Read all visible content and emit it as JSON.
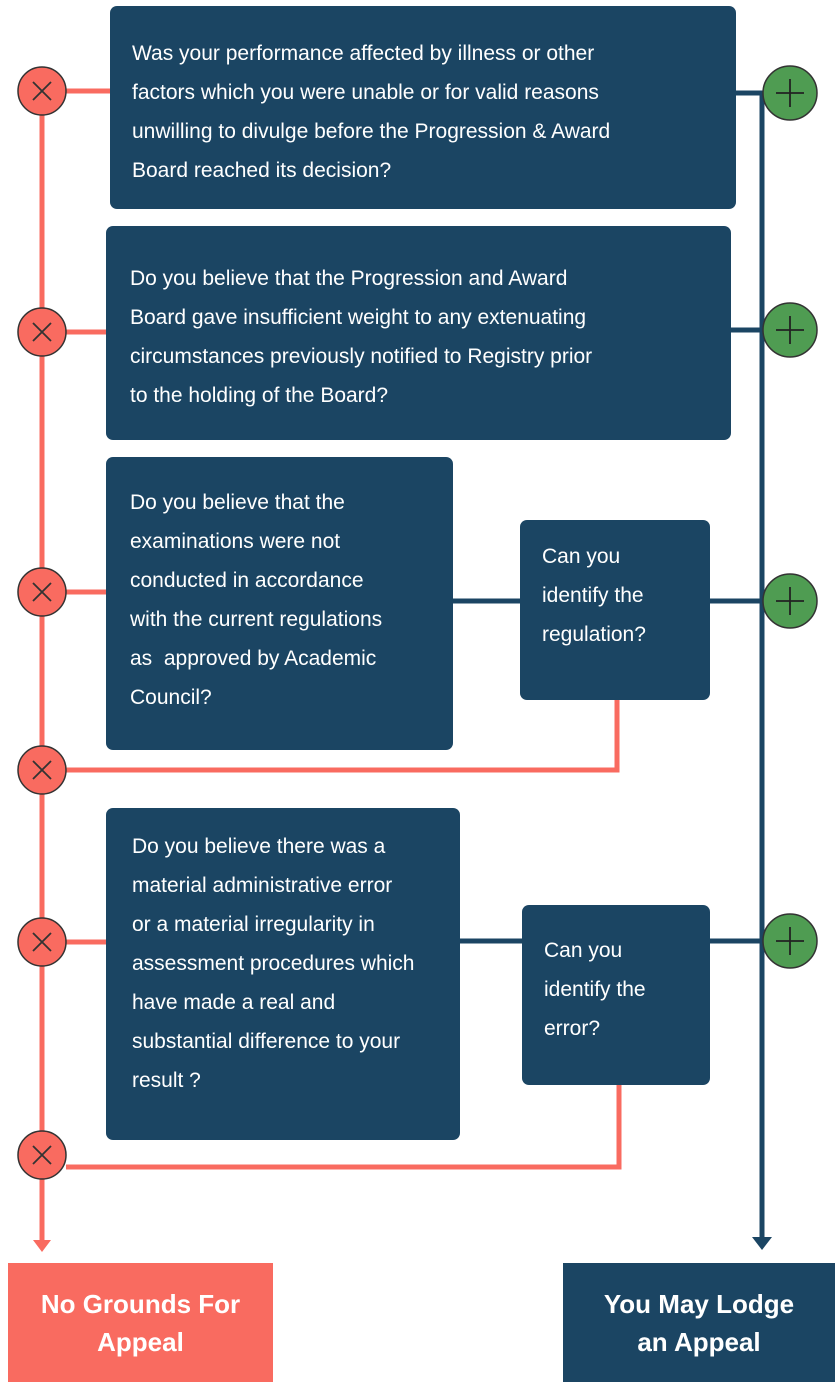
{
  "questions": {
    "q1": [
      "Was your performance affected by illness or other",
      "factors which you were unable or for valid reasons",
      "unwilling to divulge before the Progression & Award",
      "Board reached its decision?"
    ],
    "q2": [
      "Do you believe that the Progression and Award",
      "Board gave insufficient weight to any extenuating",
      "circumstances previously notified to Registry prior",
      "to the holding of the Board?"
    ],
    "q3": [
      "Do you believe that the",
      "examinations were not",
      "conducted in accordance",
      "with the current regulations",
      "as  approved by Academic",
      "Council?"
    ],
    "q3_followup": [
      "Can you",
      "identify the",
      "regulation?"
    ],
    "q4": [
      "Do you believe there was a",
      "material administrative error",
      "or a material irregularity in",
      "assessment procedures which",
      "have made a real and",
      "substantial difference to your",
      "result ?"
    ],
    "q4_followup": [
      "Can you",
      "identify the",
      "error?"
    ]
  },
  "outcomes": {
    "no_grounds": [
      "No Grounds For",
      "Appeal"
    ],
    "may_appeal": [
      "You May Lodge",
      "an Appeal"
    ]
  },
  "colors": {
    "no_path": "#f96b60",
    "yes_path": "#1b4563",
    "no_icon_fill": "#f96b60",
    "yes_icon_fill": "#4f9c52",
    "box": "#1b4563"
  },
  "icons": {
    "no": "cross-icon",
    "yes": "plus-icon"
  }
}
